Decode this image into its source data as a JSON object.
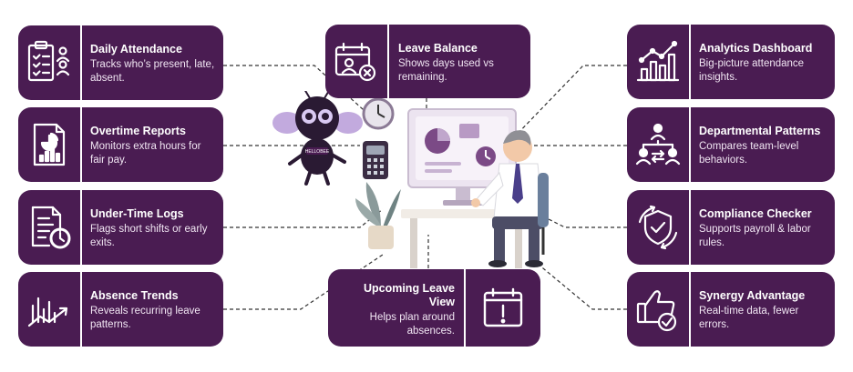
{
  "cards": {
    "daily_attendance": {
      "title": "Daily Attendance",
      "desc": "Tracks who’s present, late, absent.",
      "icon": "clipboard-checklist-icon"
    },
    "overtime_reports": {
      "title": "Overtime Reports",
      "desc": "Monitors extra hours for fair pay.",
      "icon": "report-chart-icon"
    },
    "under_time_logs": {
      "title": "Under-Time Logs",
      "desc": "Flags short shifts or early exits.",
      "icon": "document-clock-icon"
    },
    "absence_trends": {
      "title": "Absence Trends",
      "desc": "Reveals recurring leave patterns.",
      "icon": "trend-line-icon"
    },
    "leave_balance": {
      "title": "Leave Balance",
      "desc": "Shows days used vs remaining.",
      "icon": "calendar-person-icon"
    },
    "upcoming_leave": {
      "title": "Upcoming Leave View",
      "desc": "Helps plan around absences.",
      "icon": "calendar-alert-icon"
    },
    "analytics_dashboard": {
      "title": "Analytics Dashboard",
      "desc": "Big-picture attendance insights.",
      "icon": "bar-chart-icon"
    },
    "departmental_patterns": {
      "title": "Departmental Patterns",
      "desc": "Compares team-level behaviors.",
      "icon": "team-hierarchy-icon"
    },
    "compliance_checker": {
      "title": "Compliance Checker",
      "desc": "Supports payroll & labor rules.",
      "icon": "shield-check-icon"
    },
    "synergy_advantage": {
      "title": "Synergy Advantage",
      "desc": "Real-time data, fewer errors.",
      "icon": "thumbs-up-check-icon"
    }
  },
  "mascot": {
    "badge_text": "HELLOBEE"
  },
  "colors": {
    "card_bg": "#4a1c52",
    "card_text": "#ffffff",
    "connector": "#333333",
    "screen_accent": "#7b4a86"
  }
}
